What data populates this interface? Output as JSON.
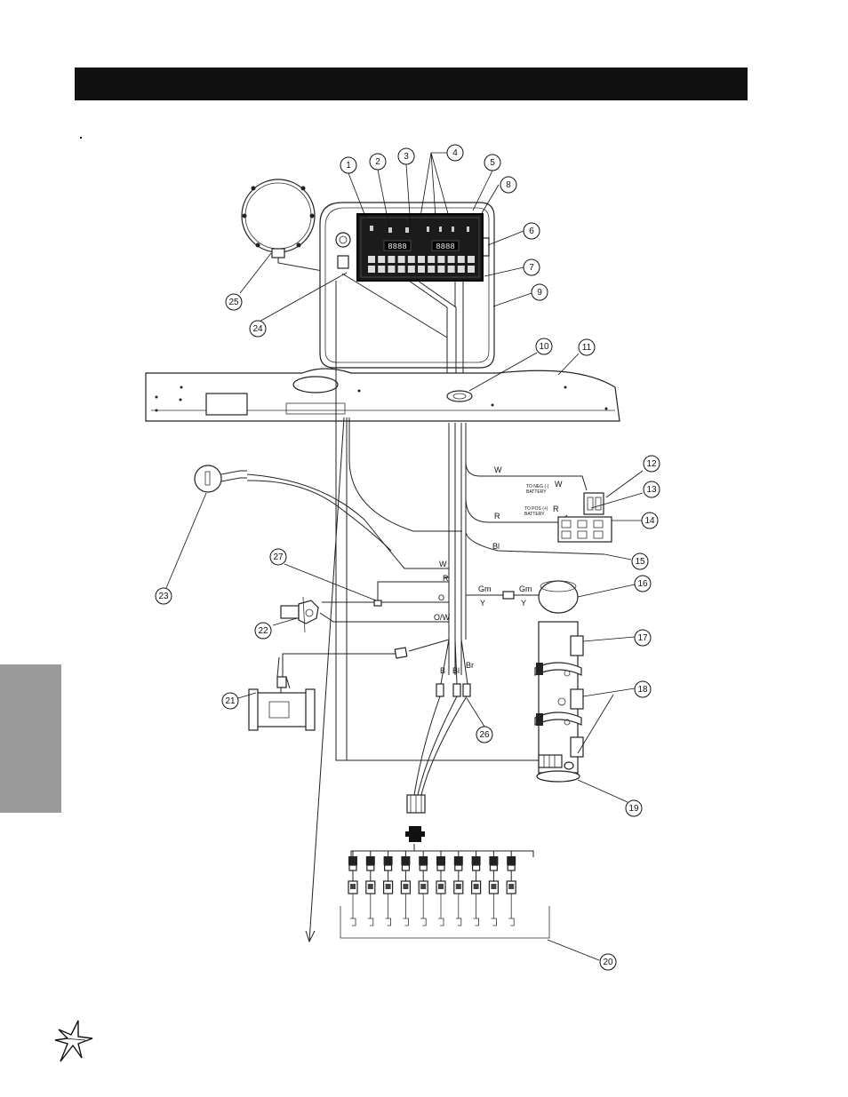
{
  "callouts": [
    {
      "n": "1"
    },
    {
      "n": "2"
    },
    {
      "n": "3"
    },
    {
      "n": "4"
    },
    {
      "n": "5"
    },
    {
      "n": "8"
    },
    {
      "n": "6"
    },
    {
      "n": "7"
    },
    {
      "n": "9"
    },
    {
      "n": "10"
    },
    {
      "n": "11"
    },
    {
      "n": "25"
    },
    {
      "n": "24"
    },
    {
      "n": "12"
    },
    {
      "n": "13"
    },
    {
      "n": "14"
    },
    {
      "n": "15"
    },
    {
      "n": "16"
    },
    {
      "n": "17"
    },
    {
      "n": "18"
    },
    {
      "n": "19"
    },
    {
      "n": "20"
    },
    {
      "n": "21"
    },
    {
      "n": "22"
    },
    {
      "n": "23"
    },
    {
      "n": "26"
    },
    {
      "n": "27"
    }
  ],
  "wire_labels": {
    "w_main": "W",
    "w_neg": "W",
    "r_main": "R",
    "r_pos": "R",
    "bl_main": "Bl",
    "w_left": "W",
    "r_left": "R",
    "o": "O",
    "ow": "O/W",
    "gm_left": "Gm",
    "gm_right": "Gm",
    "y_left": "Y",
    "y_right": "Y",
    "b": "B",
    "bl_lower": "Bl",
    "br": "Br"
  },
  "battery_labels": {
    "neg_1": "TO NEG (-)",
    "neg_2": "BATTERY",
    "pos_1": "TO POS (+)",
    "pos_2": "BATTERY"
  },
  "console": {
    "display_left": "8888",
    "display_right": "8888"
  },
  "colors": {
    "header_bar": "#111111",
    "side_tab": "#9a9a9a",
    "line": "#222222"
  }
}
